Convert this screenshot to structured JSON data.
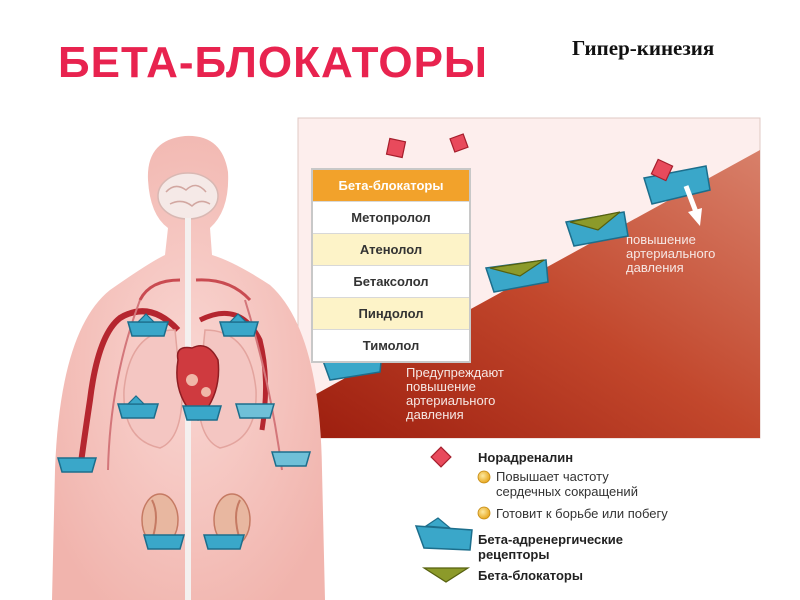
{
  "title": "БЕТА-БЛОКАТОРЫ",
  "subtitle": "Гипер-кинезия",
  "drug_table": {
    "header": "Бета-блокаторы",
    "items": [
      "Метопролол",
      "Атенолол",
      "Бетаксолол",
      "Пиндолол",
      "Тимолол"
    ]
  },
  "annotations": {
    "pressure_up": [
      "повышение",
      "артериального",
      "давления"
    ],
    "prevent": [
      "Предупреждают",
      "повышение",
      "артериального",
      "давления"
    ]
  },
  "legend": {
    "noradrenaline": "Норадреналин",
    "heart_rate": [
      "Повышает частоту",
      "сердечных сокращений"
    ],
    "fight_flight": "Готовит к борьбе или побегу",
    "receptors": [
      "Бета-адренергические",
      "рецепторы"
    ],
    "blockers": "Бета-блокаторы"
  },
  "colors": {
    "title": "#e8234f",
    "receptor": "#3aa7c9",
    "blocker": "#8c9a2a",
    "noradrenaline": "#e84a5c",
    "table_header": "#f2a22b",
    "bullet": "#f3c33a"
  }
}
